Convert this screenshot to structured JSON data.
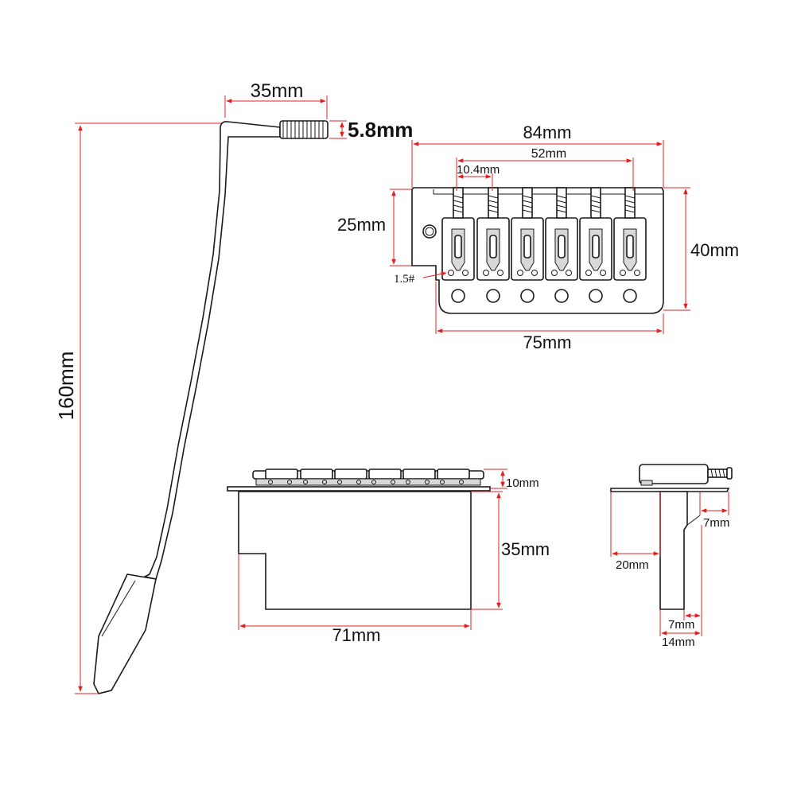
{
  "labels": {
    "arm_width": "35mm",
    "arm_thread": "5.8mm",
    "arm_length": "160mm",
    "plate_width": "84mm",
    "string_spacing_total": "52mm",
    "string_spacing": "10.4mm",
    "plate_depth_partial": "25mm",
    "plate_depth": "40mm",
    "screw_size": "1.5#",
    "base_width": "75mm",
    "block_saddle_height": "10mm",
    "block_height": "35mm",
    "block_width": "71mm",
    "side_offset": "7mm",
    "side_front": "20mm",
    "side_thick": "7mm",
    "side_total": "14mm"
  },
  "colors": {
    "dimension": "#e02020",
    "outline": "#1a1a1a",
    "background": "#ffffff"
  }
}
